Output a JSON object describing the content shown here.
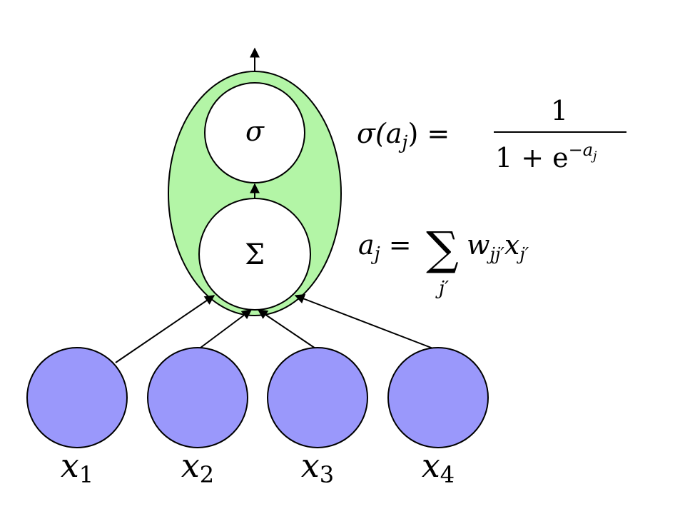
{
  "neuron": {
    "activation_symbol": "σ",
    "sum_symbol": "Σ",
    "body_color": "#b3f5a6",
    "inner_color": "#ffffff"
  },
  "inputs": [
    {
      "var": "x",
      "sub": "1"
    },
    {
      "var": "x",
      "sub": "2"
    },
    {
      "var": "x",
      "sub": "3"
    },
    {
      "var": "x",
      "sub": "4"
    }
  ],
  "input_color": "#9a98fb",
  "formulas": {
    "sigmoid": {
      "lhs_func": "σ(",
      "lhs_var": "a",
      "lhs_sub": "j",
      "lhs_close": ")",
      "equals": "=",
      "numerator": "1",
      "denominator_base": "1 + e",
      "denominator_exp_sign": "−",
      "denominator_exp_var": "a",
      "denominator_exp_sub": "j"
    },
    "sum": {
      "lhs_var": "a",
      "lhs_sub": "j",
      "equals": "=",
      "operator": "∑",
      "index": "j′",
      "w_var": "w",
      "w_sub": "jj′",
      "x_var": "x",
      "x_sub": "j′"
    }
  }
}
